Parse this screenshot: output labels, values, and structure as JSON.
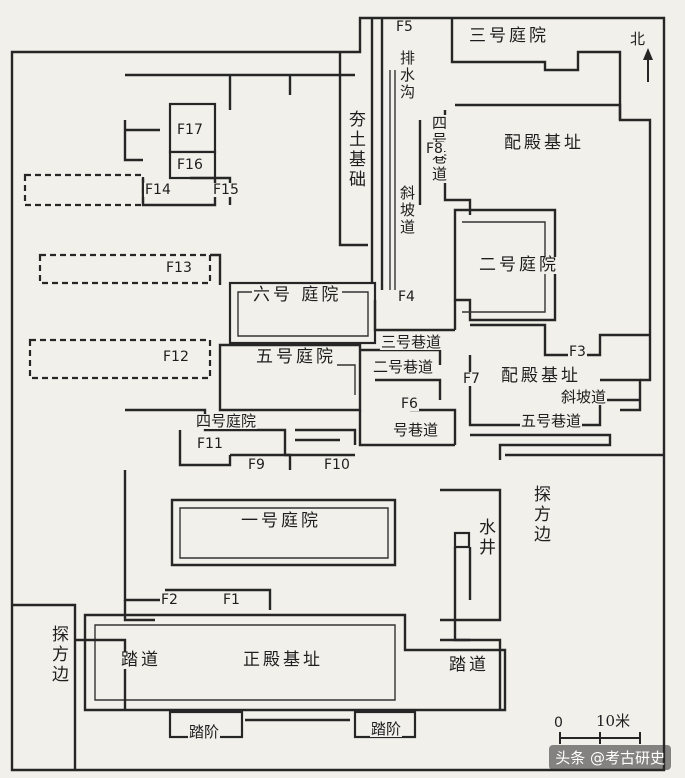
{
  "labels": {
    "courtyard_3": "三号庭院",
    "north": "北",
    "f5": "F5",
    "drain_ditch": "排水沟",
    "rammed_foundation": "夯土基础",
    "slope_path_1": "斜坡道",
    "alley_4": "四号巷道",
    "f8": "F8",
    "side_hall_1": "配殿基址",
    "f17": "F17",
    "f16": "F16",
    "f14": "F14",
    "f15": "F15",
    "f13": "F13",
    "courtyard_2": "二号庭院",
    "f4": "F4",
    "courtyard_6": "六号 庭院",
    "f12": "F12",
    "courtyard_5": "五号庭院",
    "alley_3": "三号巷道",
    "f3": "F3",
    "alley_2": "二号巷道",
    "f7": "F7",
    "side_hall_2": "配殿基址",
    "f6": "F6",
    "slope_path_2": "斜坡道",
    "courtyard_4": "四号庭院",
    "alley_1": "号巷道",
    "alley_5": "五号巷道",
    "f11": "F11",
    "f9": "F9",
    "f10": "F10",
    "trench_side_r": "探方边",
    "courtyard_1": "一号庭院",
    "well": "水井",
    "f2": "F2",
    "f1": "F1",
    "trench_side_l": "探方边",
    "walkway_l": "踏道",
    "main_hall": "正殿基址",
    "walkway_r": "踏道",
    "steps_l": "踏阶",
    "steps_r": "踏阶",
    "scale_zero": "0",
    "scale_ten": "10米"
  },
  "watermark": "头条 @考古研史"
}
